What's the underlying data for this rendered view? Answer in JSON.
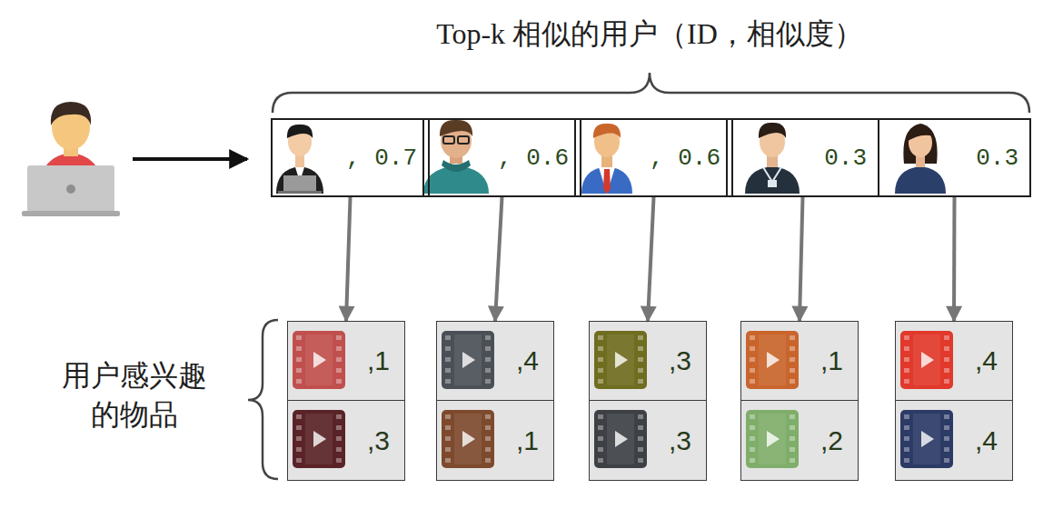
{
  "diagram": {
    "title": "Top-k 相似的用户（ID，相似度）",
    "nodes": [
      {
        "text": [
          ", 0.7"
        ]
      },
      {
        "text": [
          ", 0.6"
        ]
      },
      {
        "text": [
          ", 0.6"
        ]
      },
      {
        "text": [
          "0.3"
        ]
      },
      {
        "text": [
          "0.3"
        ]
      },
      {
        "text": [
          ",1"
        ]
      },
      {
        "text": [
          ",4"
        ]
      },
      {
        "text": [
          ",3"
        ]
      },
      {
        "text": [
          ",1"
        ]
      },
      {
        "text": [
          ",4"
        ]
      },
      {
        "text": [
          ",3"
        ]
      },
      {
        "text": [
          ",1"
        ]
      },
      {
        "text": [
          ",3"
        ]
      },
      {
        "text": [
          ",2"
        ]
      },
      {
        "text": [
          ",4"
        ]
      }
    ],
    "edges": [
      {
        "from": 0,
        "to": 5,
        "arrow": "to"
      },
      {
        "from": 1,
        "to": 6,
        "arrow": "to"
      },
      {
        "from": 2,
        "to": 7,
        "arrow": "to"
      },
      {
        "from": 3,
        "to": 8,
        "arrow": "to"
      },
      {
        "from": 4,
        "to": 9,
        "arrow": "to"
      }
    ],
    "labels": [
      "用户感兴趣 的物品"
    ]
  }
}
